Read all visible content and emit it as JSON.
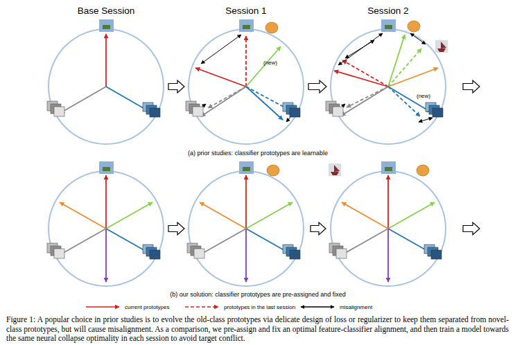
{
  "diagram": {
    "caption": "Figure 1: A popular choice in prior studies is to evolve the old-class prototypes via delicate design of loss or regularizer to keep them separated from novel-class prototypes, but will cause misalignment. As a comparison, we pre-assign and fix an optimal feature-classifier alignment, and then train a model towards the same neural collapse optimality in each session to avoid target conflict.",
    "nodes": [
      {
        "text": [
          "Base Session"
        ]
      },
      {
        "text": [
          "Session 1",
          "(new)"
        ]
      },
      {
        "text": [
          "Session 2",
          "(new)"
        ]
      }
    ],
    "edges": [
      {
        "from": 0,
        "to": 1,
        "arrow": "to"
      },
      {
        "from": 1,
        "to": 2,
        "arrow": "to"
      }
    ],
    "labels": [
      "(a) prior studies: classifier prototypes are learnable",
      "(b) our solution: classifier prototypes are pre-assigned and fixed"
    ],
    "legend": [
      {
        "text": "current prototypes"
      },
      {
        "text": "prototypes in the last session"
      },
      {
        "text": "misalignment"
      }
    ]
  }
}
